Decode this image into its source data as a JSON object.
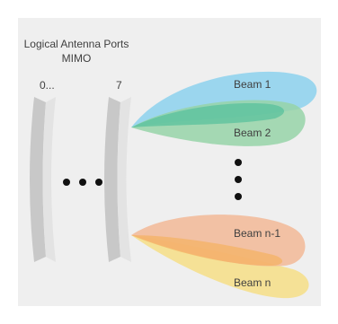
{
  "title_line1": "Logical Antenna Ports",
  "title_line2": "MIMO",
  "port_first_label": "0...",
  "port_last_label": "7",
  "beams": [
    {
      "label": "Beam 1",
      "color": "#8fd3ee"
    },
    {
      "label": "Beam 2",
      "color": "#96d3a8"
    },
    {
      "label": "Beam n-1",
      "color": "#f2b997"
    },
    {
      "label": "Beam n",
      "color": "#f5df8c"
    }
  ],
  "colors": {
    "background": "#efefef",
    "antenna_dark": "#c8c8c8",
    "antenna_light": "#e3e3e3",
    "dots": "#111111"
  }
}
